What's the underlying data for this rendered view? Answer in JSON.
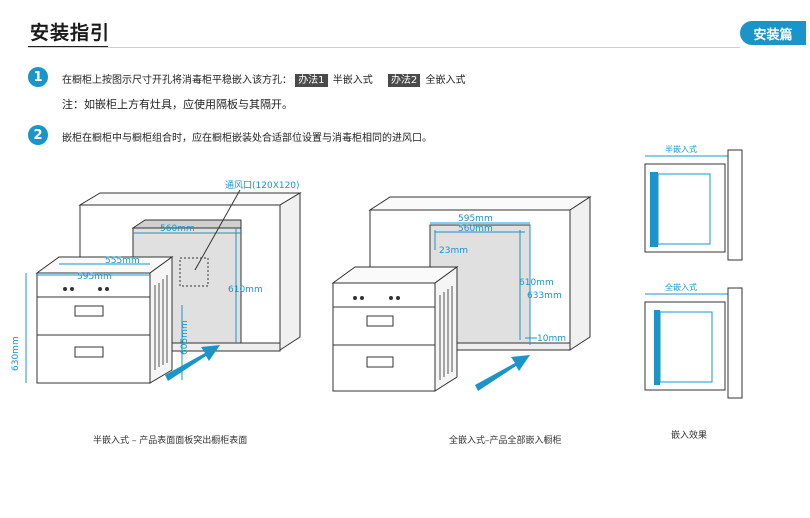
{
  "header": {
    "title": "安装指引",
    "badge": "安装篇"
  },
  "steps": [
    {
      "number": "1",
      "text": "在橱柜上按图示尺寸开孔将消毒柜平稳嵌入该方孔：",
      "method1_tag": "办法1",
      "method1_text": "半嵌入式",
      "method2_tag": "办法2",
      "method2_text": "全嵌入式",
      "note": "注：如嵌柜上方有灶具，应使用隔板与其隔开。"
    },
    {
      "number": "2",
      "text": "嵌柜在橱柜中与橱柜组合时，应在橱柜嵌装处合适部位设置与消毒柜相同的进风口。"
    }
  ],
  "diagram_left": {
    "vent_label": "通风口(120X120)",
    "dims": {
      "d560": "560mm",
      "d555": "555mm",
      "d595": "595mm",
      "d610": "610mm",
      "d630": "630mm",
      "d605": "605mm"
    },
    "caption": "半嵌入式 – 产品表面面板突出橱柜表面"
  },
  "diagram_mid": {
    "dims": {
      "d595": "595mm",
      "d560": "560mm",
      "d23": "23mm",
      "d610": "610mm",
      "d633": "633mm",
      "d10": "10mm"
    },
    "caption": "全嵌入式–产品全部嵌入橱柜"
  },
  "diagram_right": {
    "semi_label": "半嵌入式",
    "full_label": "全嵌入式",
    "caption": "嵌入效果"
  },
  "colors": {
    "accent": "#1b95c8",
    "line": "#222222",
    "fill": "#e0e0e0"
  }
}
